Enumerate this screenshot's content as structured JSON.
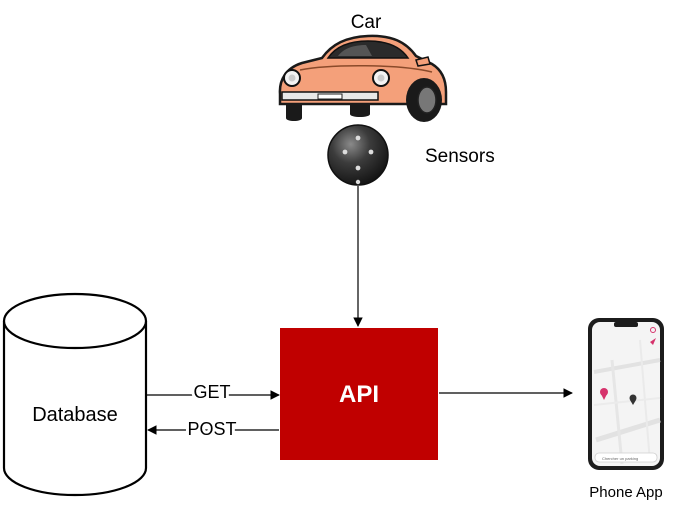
{
  "diagram": {
    "nodes": {
      "car": {
        "label": "Car"
      },
      "sensors": {
        "label": "Sensors"
      },
      "database": {
        "label": "Database"
      },
      "api": {
        "label": "API"
      },
      "phone_app": {
        "label": "Phone App",
        "search_placeholder": "Chercher un parking"
      }
    },
    "edges": [
      {
        "from": "sensors",
        "to": "api",
        "label": ""
      },
      {
        "from": "database",
        "to": "api",
        "label": "GET"
      },
      {
        "from": "api",
        "to": "database",
        "label": "POST"
      },
      {
        "from": "api",
        "to": "phone_app",
        "label": ""
      }
    ],
    "colors": {
      "api_fill": "#c00000",
      "car_body": "#f4a07a",
      "sensor": "#3a3a3a",
      "map_pin": "#d6336c"
    }
  }
}
